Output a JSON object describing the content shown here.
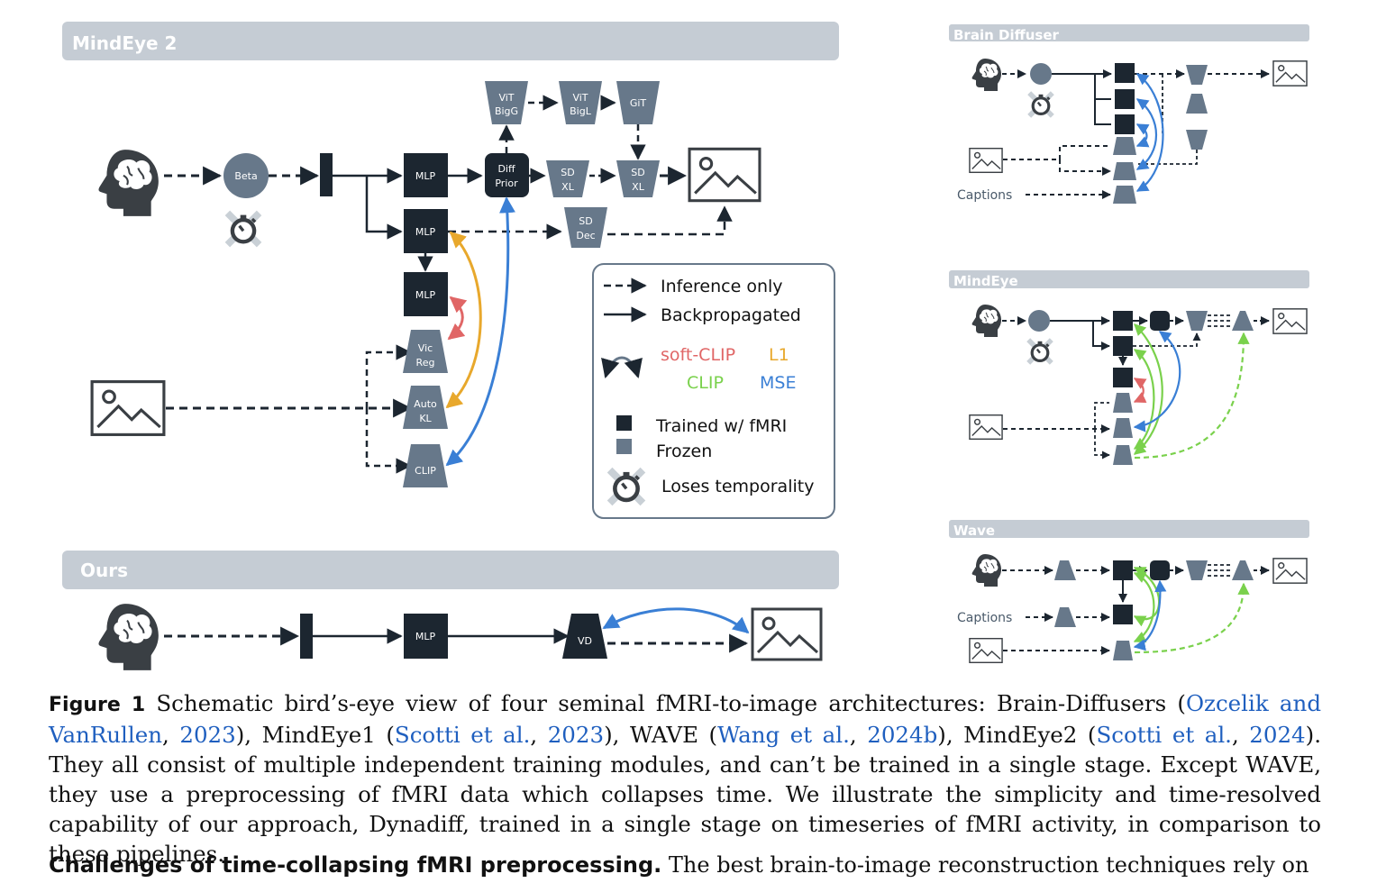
{
  "panels": {
    "mindeye2": {
      "title": "MindEye 2",
      "nodes": {
        "beta": "Beta",
        "mlp1": "MLP",
        "mlp2": "MLP",
        "mlp3": "MLP",
        "diff_prior_1": "Diff",
        "diff_prior_2": "Prior",
        "vit_bigg_1": "ViT",
        "vit_bigg_2": "BigG",
        "vit_bigl_1": "ViT",
        "vit_bigl_2": "BigL",
        "git": "GiT",
        "sdxl_a_1": "SD",
        "sdxl_a_2": "XL",
        "sdxl_b_1": "SD",
        "sdxl_b_2": "XL",
        "sddec_1": "SD",
        "sddec_2": "Dec",
        "vicreg_1": "Vic",
        "vicreg_2": "Reg",
        "autokl_1": "Auto",
        "autokl_2": "KL",
        "clip": "CLIP"
      }
    },
    "ours": {
      "title": "Ours",
      "nodes": {
        "mlp": "MLP",
        "vd": "VD"
      }
    },
    "brain_diffuser": {
      "title": "Brain Diffuser",
      "captions_label": "Captions"
    },
    "mindeye": {
      "title": "MindEye"
    },
    "wave": {
      "title": "Wave",
      "captions_label": "Captions"
    }
  },
  "legend": {
    "inference_only": "Inference only",
    "backpropagated": "Backpropagated",
    "soft_clip": "soft-CLIP",
    "l1": "L1",
    "clip": "CLIP",
    "mse": "MSE",
    "trained": "Trained w/ fMRI",
    "frozen": "Frozen",
    "loses_temporality": "Loses temporality"
  },
  "colors": {
    "dark_node": "#1c2630",
    "frozen_node": "#67788a",
    "panel_bar": "#c5ccd4",
    "soft_clip": "#e06666",
    "l1": "#e8a82c",
    "clip": "#7ad14c",
    "mse": "#3a7fd5",
    "citation": "#1f5fbf"
  },
  "caption": {
    "label": "Figure 1",
    "t1": " Schematic bird’s-eye view of four seminal fMRI-to-image architectures: Brain-Diffusers (",
    "c1": "Ozcelik and VanRullen",
    "s1": ", ",
    "c1y": "2023",
    "t2": "), MindEye1 (",
    "c2": "Scotti et al.",
    "s2": ", ",
    "c2y": "2023",
    "t3": "), WAVE (",
    "c3": "Wang et al.",
    "s3": ", ",
    "c3y": "2024b",
    "t4": "), MindEye2 (",
    "c4": "Scotti et al.",
    "s4": ", ",
    "c4y": "2024",
    "t5": "). They all consist of multiple independent training modules, and can’t be trained in a single stage. Except WAVE, they use a preprocessing of fMRI data which collapses time. We illustrate the simplicity and time-resolved capability of our approach, Dynadiff, trained in a single stage on timeseries of fMRI activity, in comparison to these pipelines."
  },
  "next_paragraph": {
    "bold": "Challenges of time-collapsing fMRI preprocessing.",
    "text": " The best brain-to-image reconstruction techniques rely on"
  }
}
